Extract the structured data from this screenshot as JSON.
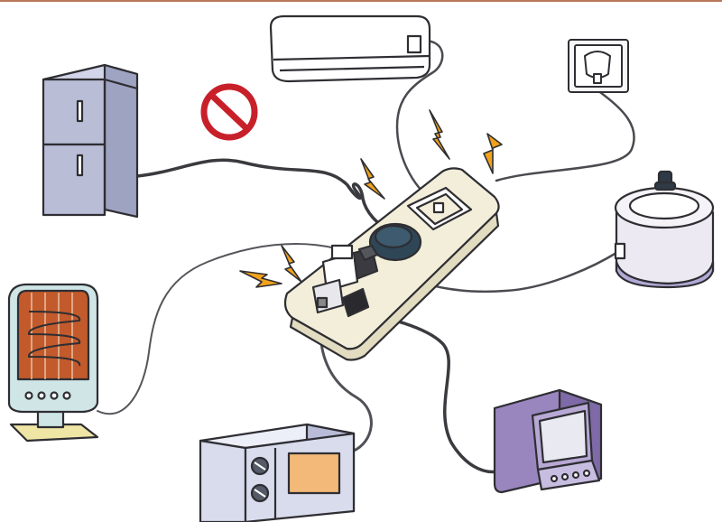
{
  "scene": {
    "description_items": [
      "refrigerator",
      "air-conditioner",
      "wall-socket",
      "rice-cooker",
      "space-heater",
      "microwave-oven",
      "crt-television",
      "power-strip",
      "prohibition-sign"
    ]
  },
  "colors": {
    "outline": "#2e2e33",
    "cord": "#3a3a3f",
    "fridge": "#b9bdd6",
    "fridge_dark": "#9fa3c2",
    "ac": "#ffffff",
    "strip": "#f3eed9",
    "strip_shade": "#e2dcc0",
    "spark": "#f1a21b",
    "prohibit": "#c8202a",
    "heater_body": "#cfe5e6",
    "heater_grill": "#c25a2b",
    "heater_base": "#efe6a6",
    "microwave": "#d9dced",
    "microwave_window": "#f2b978",
    "tv": "#9a86bf",
    "tv_screen": "#e9e9f2",
    "cooker": "#ede9f2",
    "cooker_base": "#b1aad6",
    "plug_dark": "#2f4656"
  }
}
